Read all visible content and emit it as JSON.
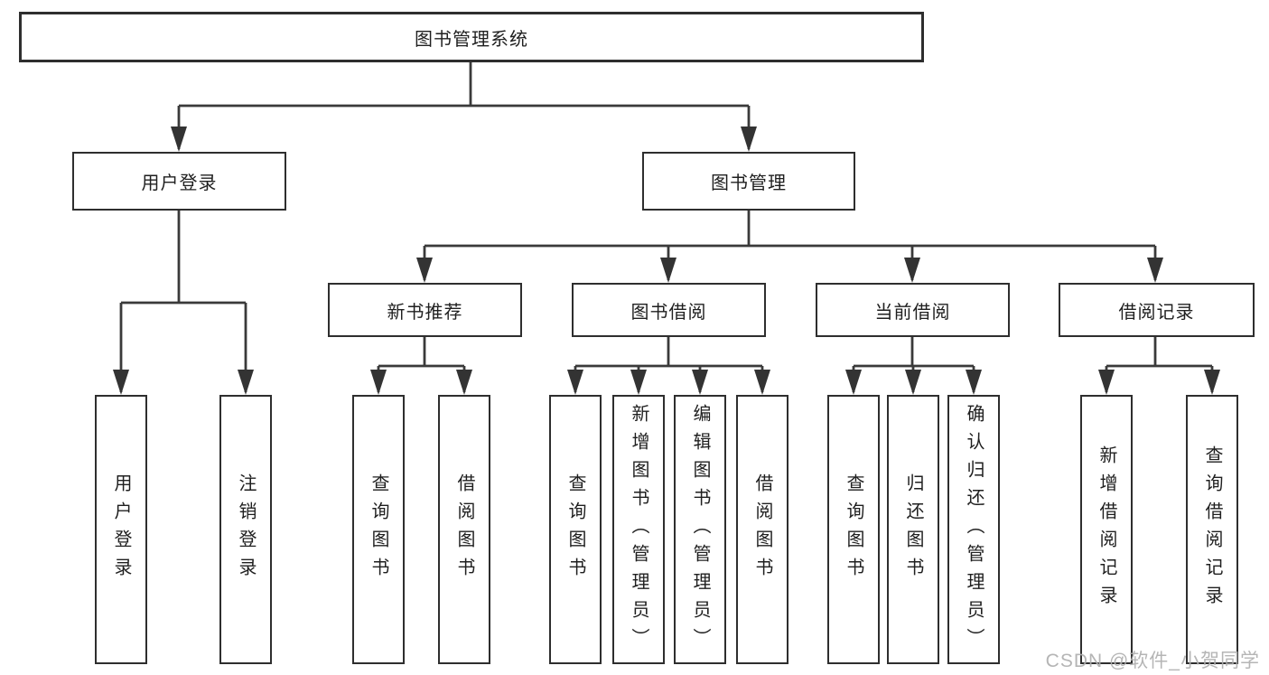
{
  "diagram": {
    "root": {
      "label": "图书管理系统"
    },
    "level2": [
      {
        "label": "用户登录"
      },
      {
        "label": "图书管理"
      }
    ],
    "level3": [
      {
        "label": "新书推荐"
      },
      {
        "label": "图书借阅"
      },
      {
        "label": "当前借阅"
      },
      {
        "label": "借阅记录"
      }
    ],
    "leaves": [
      {
        "label": "用户登录"
      },
      {
        "label": "注销登录"
      },
      {
        "label": "查询图书"
      },
      {
        "label": "借阅图书"
      },
      {
        "label": "查询图书"
      },
      {
        "label": "新增图书（管理员）"
      },
      {
        "label": "编辑图书（管理员）"
      },
      {
        "label": "借阅图书"
      },
      {
        "label": "查询图书"
      },
      {
        "label": "归还图书"
      },
      {
        "label": "确认归还（管理员）"
      },
      {
        "label": "新增借阅记录"
      },
      {
        "label": "查询借阅记录"
      }
    ],
    "colors": {
      "line": "#3a3a3a",
      "box_border": "#2e2e2e",
      "box_fill": "#ffffff",
      "text": "#1f1f1f",
      "watermark": "#afafaf"
    }
  },
  "watermark": {
    "text": "CSDN @软件_小贺同学"
  }
}
